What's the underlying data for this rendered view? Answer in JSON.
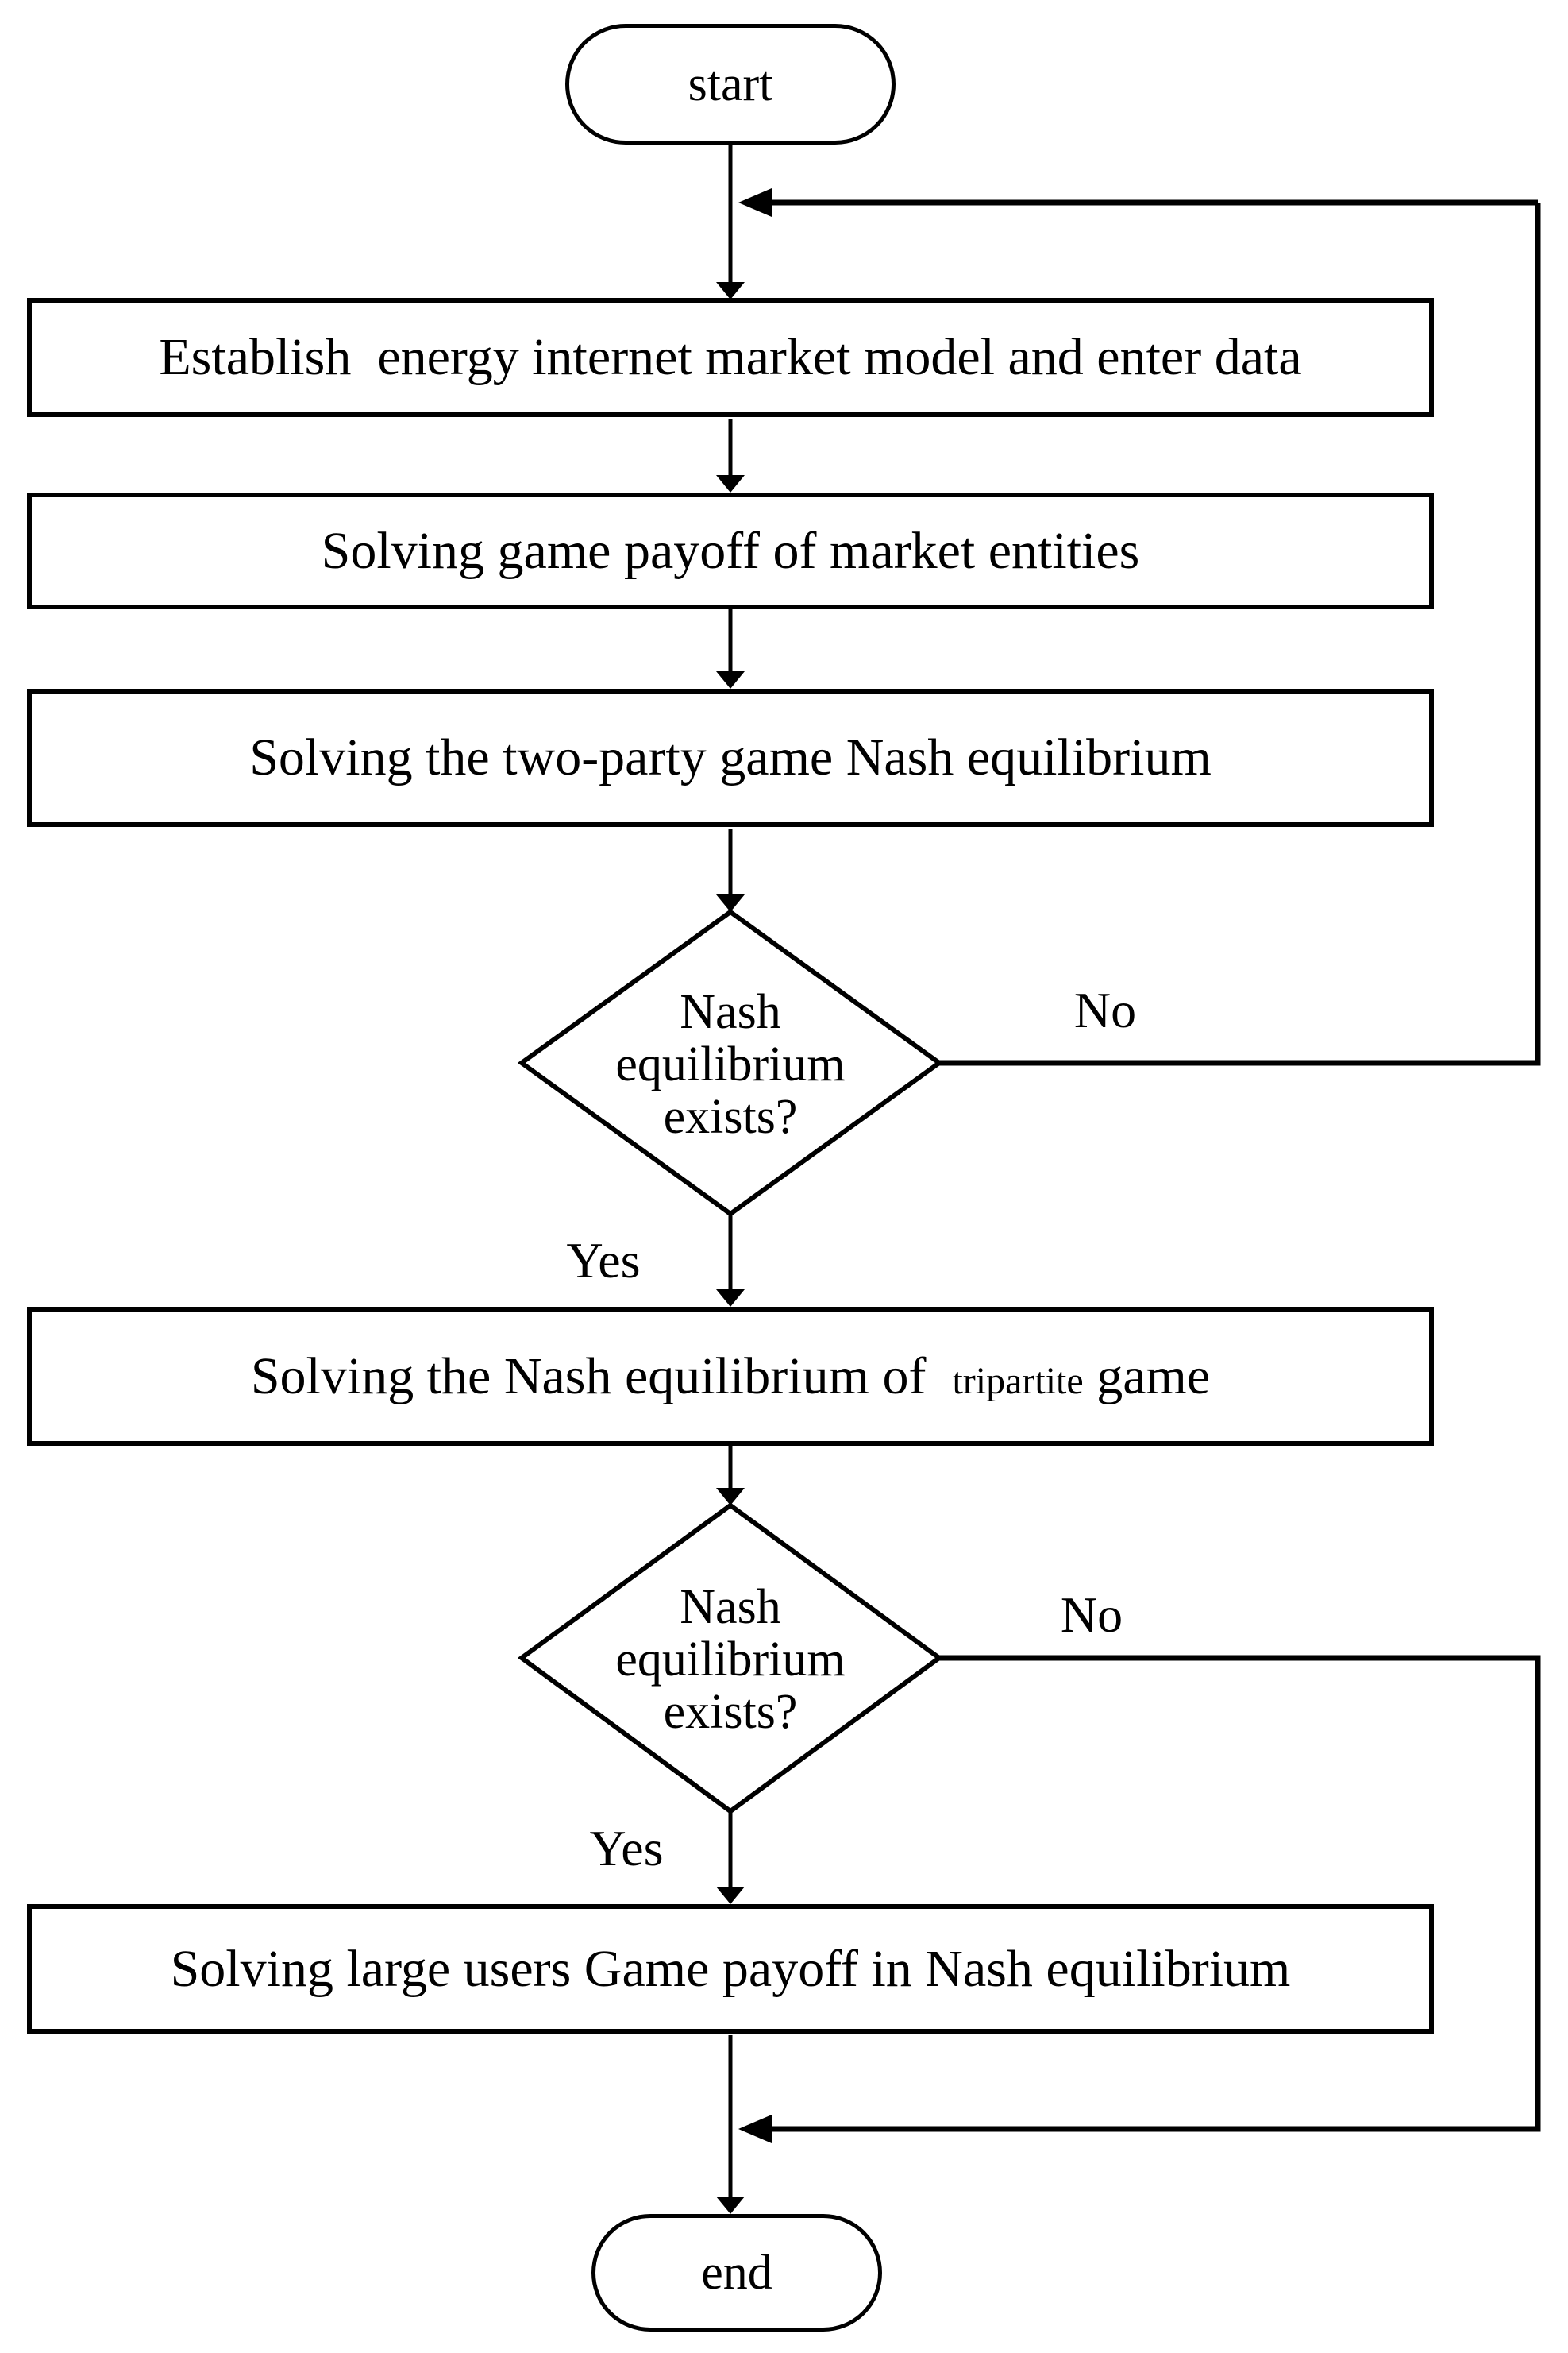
{
  "nodes": {
    "start": "start",
    "establish": "Establish  energy internet market model and enter data",
    "payoff": "Solving game payoff of market entities",
    "two_party": "Solving the two-party game Nash equilibrium",
    "decision1": {
      "line1": "Nash",
      "line2": "equilibrium",
      "line3": "exists?"
    },
    "tripartite": {
      "part1": "Solving the Nash equilibrium of  ",
      "part2": "tripartite",
      "part3": " game"
    },
    "decision2": {
      "line1": "Nash",
      "line2": "equilibrium",
      "line3": "exists?"
    },
    "large_users": "Solving large users Game payoff in Nash equilibrium",
    "end": "end"
  },
  "labels": {
    "yes1": "Yes",
    "no1": "No",
    "yes2": "Yes",
    "no2": "No"
  },
  "colors": {
    "line": "#000000",
    "background": "#ffffff"
  }
}
